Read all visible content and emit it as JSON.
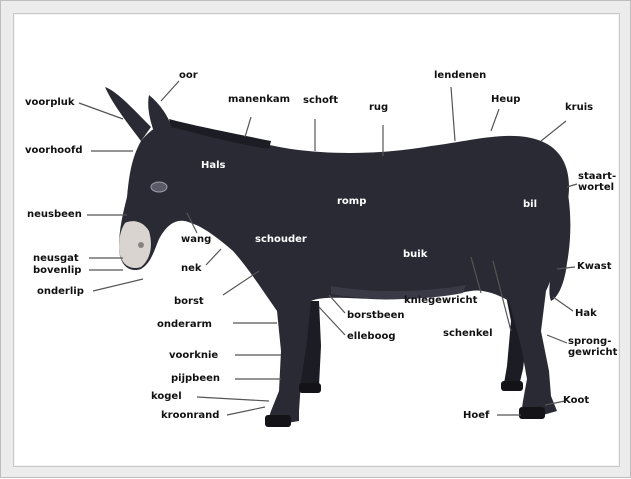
{
  "diagram": {
    "labels": {
      "oor": "oor",
      "manenkam": "manenkam",
      "schoft": "schoft",
      "rug": "rug",
      "lendenen": "lendenen",
      "heup": "Heup",
      "kruis": "kruis",
      "voorpluk": "voorpluk",
      "voorhoofd": "voorhoofd",
      "hals": "Hals",
      "staartwortel_1": "staart-",
      "staartwortel_2": "wortel",
      "romp": "romp",
      "bil": "bil",
      "neusbeen": "neusbeen",
      "wang": "wang",
      "schouder": "schouder",
      "buik": "buik",
      "neusgat": "neusgat",
      "bovenlip": "bovenlip",
      "nek": "nek",
      "kwast": "Kwast",
      "onderlip": "onderlip",
      "borst": "borst",
      "kniegewricht": "kniegewricht",
      "borstbeen": "borstbeen",
      "hak": "Hak",
      "onderarm": "onderarm",
      "elleboog": "elleboog",
      "schenkel": "schenkel",
      "spronggewricht_1": "sprong-",
      "spronggewricht_2": "gewricht",
      "voorknie": "voorknie",
      "pijpbeen": "pijpbeen",
      "kogel": "kogel",
      "koot": "Koot",
      "kroonrand": "kroonrand",
      "hoef": "Hoef"
    },
    "colors": {
      "body": "#2a2a35",
      "body_shade": "#1c1c24",
      "muzzle": "#d9d4d0",
      "leader": "#555555"
    }
  }
}
